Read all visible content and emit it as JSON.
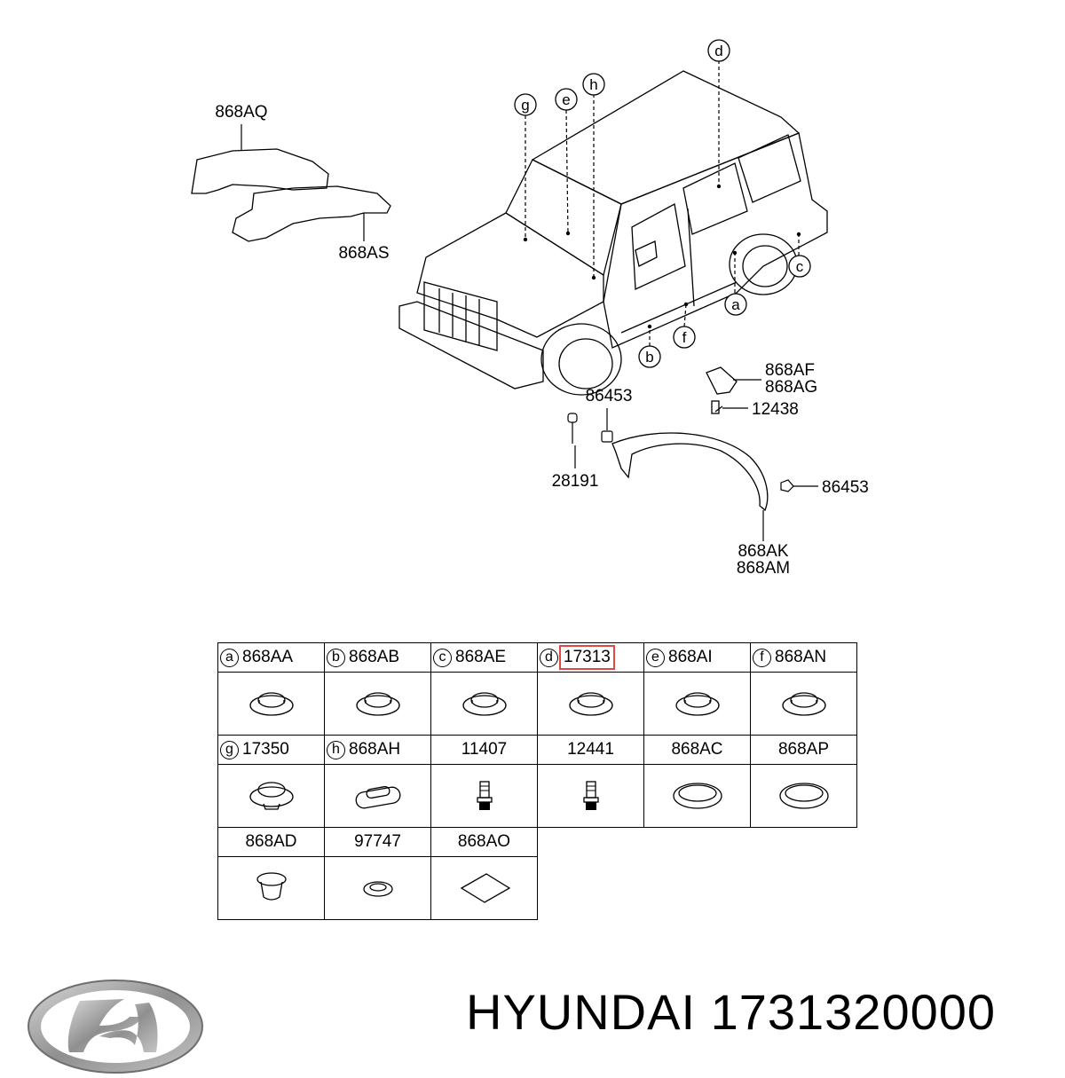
{
  "diagram_labels": {
    "top_left_upper": "868AQ",
    "top_left_lower": "868AS",
    "right_upper_1": "868AF",
    "right_upper_2": "868AG",
    "bolt": "12438",
    "clip_top": "86453",
    "screw": "28191",
    "clip_right": "86453",
    "liner_1": "868AK",
    "liner_2": "868AM",
    "callouts": [
      "a",
      "b",
      "c",
      "d",
      "e",
      "f",
      "g",
      "h"
    ]
  },
  "table": {
    "rows": [
      [
        {
          "letter": "a",
          "part": "868AA",
          "icon": "plug"
        },
        {
          "letter": "b",
          "part": "868AB",
          "icon": "plug"
        },
        {
          "letter": "c",
          "part": "868AE",
          "icon": "plug"
        },
        {
          "letter": "d",
          "part": "17313",
          "icon": "plug",
          "highlight": true
        },
        {
          "letter": "e",
          "part": "868AI",
          "icon": "plug"
        },
        {
          "letter": "f",
          "part": "868AN",
          "icon": "plug"
        }
      ],
      [
        {
          "letter": "g",
          "part": "17350",
          "icon": "plug-deep"
        },
        {
          "letter": "h",
          "part": "868AH",
          "icon": "oval-grommet"
        },
        {
          "letter": "",
          "part": "11407",
          "icon": "bolt"
        },
        {
          "letter": "",
          "part": "12441",
          "icon": "bolt"
        },
        {
          "letter": "",
          "part": "868AC",
          "icon": "flat-grommet"
        },
        {
          "letter": "",
          "part": "868AP",
          "icon": "flat-grommet"
        }
      ],
      [
        {
          "letter": "",
          "part": "868AD",
          "icon": "cap-plug"
        },
        {
          "letter": "",
          "part": "97747",
          "icon": "small-grommet"
        },
        {
          "letter": "",
          "part": "868AO",
          "icon": "patch"
        }
      ]
    ]
  },
  "footer": {
    "brand_text": "HYUNDAI 1731320000",
    "logo": "hyundai-logo"
  },
  "colors": {
    "highlight": "#e04848",
    "logo_silver": "#9a9a9a"
  }
}
